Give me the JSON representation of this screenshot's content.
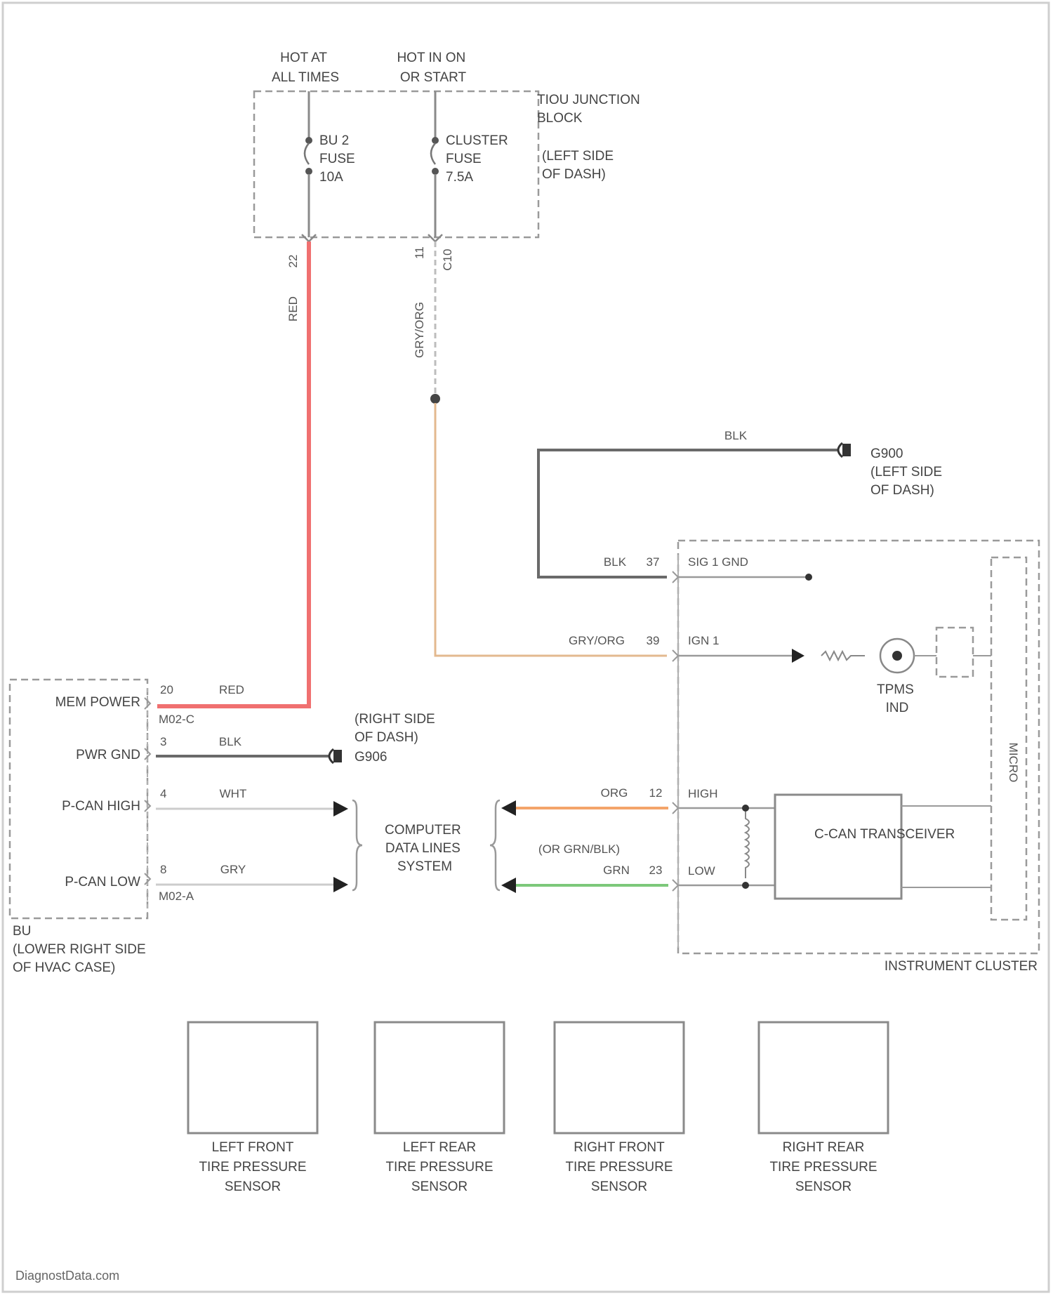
{
  "power": {
    "hot_at_all_times": [
      "HOT AT",
      "ALL TIMES"
    ],
    "hot_in_on_or_start": [
      "HOT IN ON",
      "OR START"
    ],
    "junction_block": [
      "TIOU JUNCTION",
      "BLOCK"
    ],
    "junction_location": [
      "(LEFT SIDE",
      "OF DASH)"
    ],
    "fuse_bu2": [
      "BU 2",
      "FUSE",
      "10A"
    ],
    "fuse_cluster": [
      "CLUSTER",
      "FUSE",
      "7.5A"
    ]
  },
  "wires": {
    "red_pin": "22",
    "red_color": "RED",
    "gryorg_pin_a": "11",
    "gryorg_pin_b": "C10",
    "gryorg_color": "GRY/ORG",
    "blk_top": "BLK",
    "blk_cluster": "BLK",
    "blk_pin": "37",
    "gryorg_cluster": "GRY/ORG",
    "gryorg_cluster_pin": "39",
    "mem_red_pin": "20",
    "mem_red": "RED",
    "pwr_gnd_pin": "3",
    "pwr_gnd_blk": "BLK",
    "pcan_high_pin": "4",
    "pcan_high_wht": "WHT",
    "pcan_low_pin": "8",
    "pcan_low_gry": "GRY",
    "org_color": "ORG",
    "org_pin": "12",
    "grn_alt": "(OR GRN/BLK)",
    "grn_color": "GRN",
    "grn_pin": "23"
  },
  "grounds": {
    "g900": [
      "G900",
      "(LEFT SIDE",
      "OF DASH)"
    ],
    "g906": [
      "(RIGHT SIDE",
      "OF DASH)",
      "G906"
    ]
  },
  "bu_module": {
    "mem_power": "MEM POWER",
    "pwr_gnd": "PWR GND",
    "pcan_high": "P-CAN HIGH",
    "pcan_low": "P-CAN LOW",
    "conn_c": "M02-C",
    "conn_a": "M02-A",
    "name": [
      "BU",
      "(LOWER RIGHT SIDE",
      "OF HVAC CASE)"
    ]
  },
  "data_lines": [
    "COMPUTER",
    "DATA LINES",
    "SYSTEM"
  ],
  "cluster": {
    "sig_gnd": "SIG 1 GND",
    "ign": "IGN 1",
    "tpms_ind": [
      "TPMS",
      "IND"
    ],
    "can_high": "HIGH",
    "can_low": "LOW",
    "transceiver": "C-CAN TRANSCEIVER",
    "micro": "MICRO",
    "name": "INSTRUMENT CLUSTER"
  },
  "sensors": [
    {
      "label": [
        "LEFT FRONT",
        "TIRE PRESSURE",
        "SENSOR"
      ]
    },
    {
      "label": [
        "LEFT REAR",
        "TIRE PRESSURE",
        "SENSOR"
      ]
    },
    {
      "label": [
        "RIGHT FRONT",
        "TIRE PRESSURE",
        "SENSOR"
      ]
    },
    {
      "label": [
        "RIGHT REAR",
        "TIRE PRESSURE",
        "SENSOR"
      ]
    }
  ],
  "footer": "DiagnostData.com",
  "colors": {
    "red": "#f07070",
    "orange": "#f4a46a",
    "tan": "#e3b98f",
    "green": "#7cc87a",
    "black": "#6a6a6a",
    "white_wire": "#cccccc",
    "line": "#8a8a8a"
  }
}
